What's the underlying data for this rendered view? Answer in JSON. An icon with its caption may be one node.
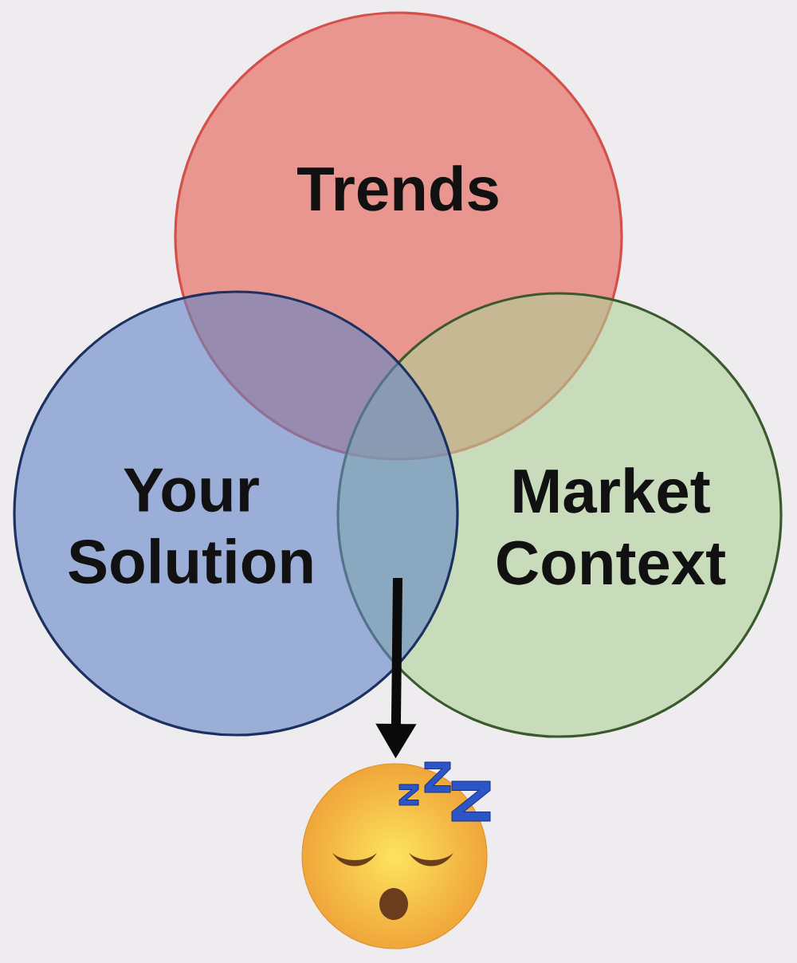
{
  "diagram": {
    "nodes": [
      {
        "text": [
          "Trends"
        ]
      },
      {
        "text": [
          "Your Solution"
        ]
      },
      {
        "text": [
          "Market Context"
        ]
      },
      {
        "text": [],
        "shape": "picture"
      }
    ],
    "edges": [
      {
        "from": 1,
        "to": 3,
        "arrow": "to"
      },
      {
        "from": 2,
        "to": 3,
        "arrow": "to"
      }
    ]
  }
}
